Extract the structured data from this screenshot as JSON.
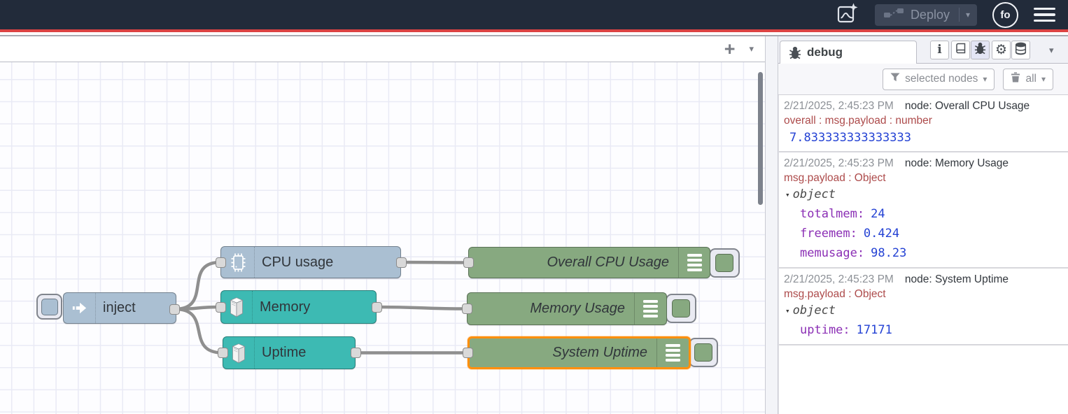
{
  "colors": {
    "header_bg": "#222b3a",
    "header_accent_line": "#dc4343",
    "inject_node_fill": "#aabfd2",
    "system_node_fill": "#3dbab3",
    "debug_node_fill": "#87a980",
    "selected_node_border": "#ff8f0e",
    "wire": "#8f8f8f",
    "debug_meta_text": "#ad4b4b",
    "debug_key_text": "#8b2fb5",
    "debug_value_text": "#2442d4"
  },
  "header": {
    "deploy_label": "Deploy",
    "avatar_initials": "fo"
  },
  "glyphs": {
    "chevron_down": "▾",
    "add_tab": "+",
    "object_toggle": "▾"
  },
  "canvas": {
    "nodes": [
      {
        "id": "inject",
        "label": "inject"
      },
      {
        "id": "cpu-usage",
        "label": "CPU usage"
      },
      {
        "id": "memory",
        "label": "Memory"
      },
      {
        "id": "uptime",
        "label": "Uptime"
      },
      {
        "id": "overall-cpu-usage",
        "label": "Overall CPU Usage"
      },
      {
        "id": "memory-usage",
        "label": "Memory Usage"
      },
      {
        "id": "system-uptime",
        "label": "System Uptime",
        "selected": true
      }
    ]
  },
  "sidebar": {
    "tab_label": "debug",
    "filter_button_label": "selected nodes",
    "clear_button_label": "all",
    "object_label": "object",
    "messages": [
      {
        "timestamp": "2/21/2025, 2:45:23 PM",
        "node": "node: Overall CPU Usage",
        "meta": "overall : msg.payload : number",
        "value": "7.833333333333333"
      },
      {
        "timestamp": "2/21/2025, 2:45:23 PM",
        "node": "node: Memory Usage",
        "meta": "msg.payload : Object",
        "object": [
          {
            "key": "totalmem:",
            "value": "24"
          },
          {
            "key": "freemem:",
            "value": "0.424"
          },
          {
            "key": "memusage:",
            "value": "98.23"
          }
        ]
      },
      {
        "timestamp": "2/21/2025, 2:45:23 PM",
        "node": "node: System Uptime",
        "meta": "msg.payload : Object",
        "object": [
          {
            "key": "uptime:",
            "value": "17171"
          }
        ]
      }
    ]
  }
}
